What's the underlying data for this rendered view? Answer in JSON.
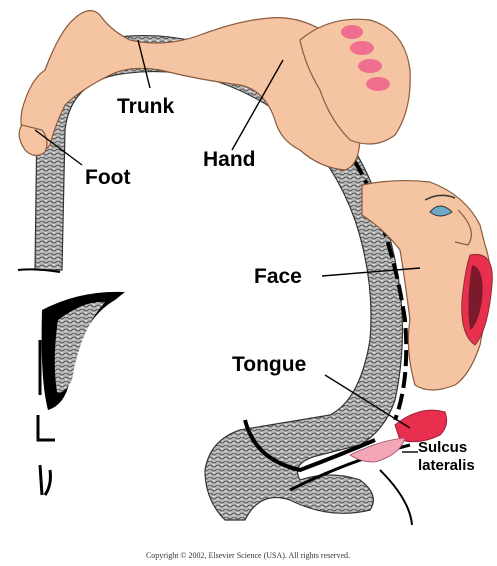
{
  "labels": {
    "trunk": "Trunk",
    "hand": "Hand",
    "foot": "Foot",
    "face": "Face",
    "tongue": "Tongue",
    "sulcus_line1": "Sulcus",
    "sulcus_line2": "lateralis"
  },
  "copyright": "Copyright © 2002, Elsevier Science (USA). All rights reserved.",
  "colors": {
    "skin": "#f5c5a3",
    "skin_outline": "#8a5a3c",
    "nail_pink": "#ef6f8e",
    "cortex_fill": "#9a9a9a",
    "lips_red": "#e8304e",
    "eye_blue": "#6fa8c8"
  }
}
